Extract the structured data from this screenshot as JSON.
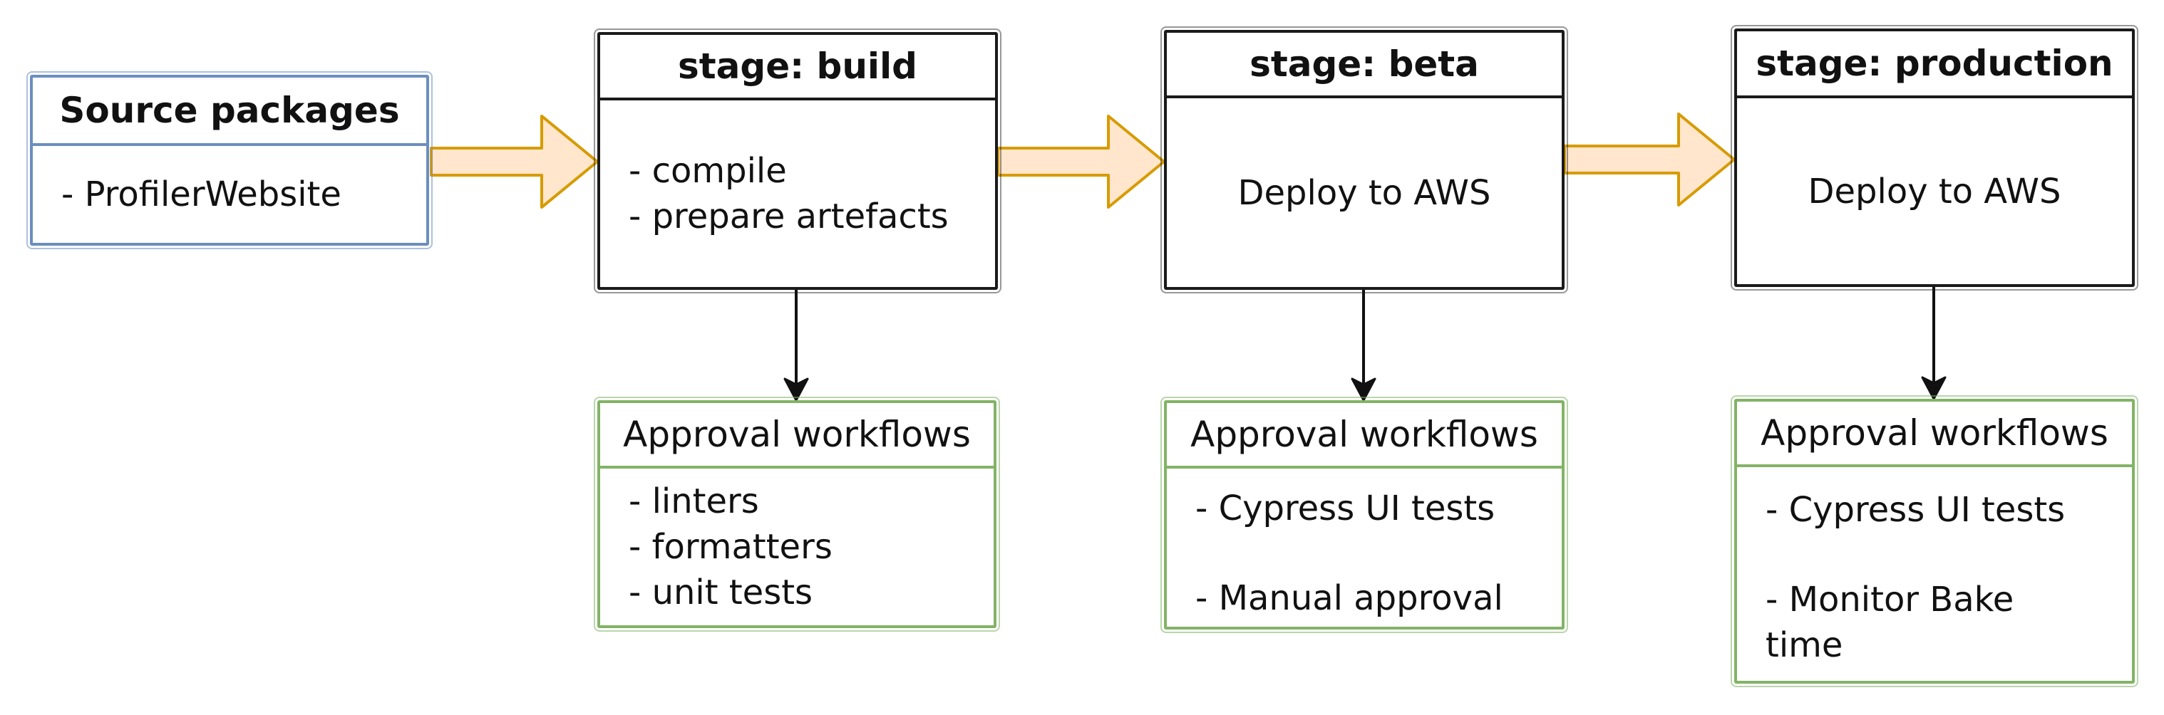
{
  "colors": {
    "source_stroke": "#6c8ebf",
    "stage_stroke": "#1a1a1a",
    "approval_stroke": "#82b366",
    "flow_arrow_fill": "#ffe6cc",
    "flow_arrow_stroke": "#d79b00",
    "connector": "#111111"
  },
  "source": {
    "title": "Source packages",
    "items": [
      "- ProfilerWebsite"
    ]
  },
  "stages": [
    {
      "title": "stage: build",
      "body": [
        "- compile",
        "- prepare artefacts"
      ]
    },
    {
      "title": "stage: beta",
      "body": [
        "Deploy to AWS"
      ]
    },
    {
      "title": "stage: production",
      "body": [
        "Deploy to AWS"
      ]
    }
  ],
  "approvals": [
    {
      "title": "Approval workflows",
      "items": [
        "- linters",
        "- formatters",
        "- unit tests"
      ]
    },
    {
      "title": "Approval workflows",
      "items": [
        "- Cypress UI tests",
        "- Manual approval"
      ]
    },
    {
      "title": "Approval workflows",
      "items": [
        "- Cypress UI tests",
        "- Monitor Bake time"
      ]
    }
  ]
}
